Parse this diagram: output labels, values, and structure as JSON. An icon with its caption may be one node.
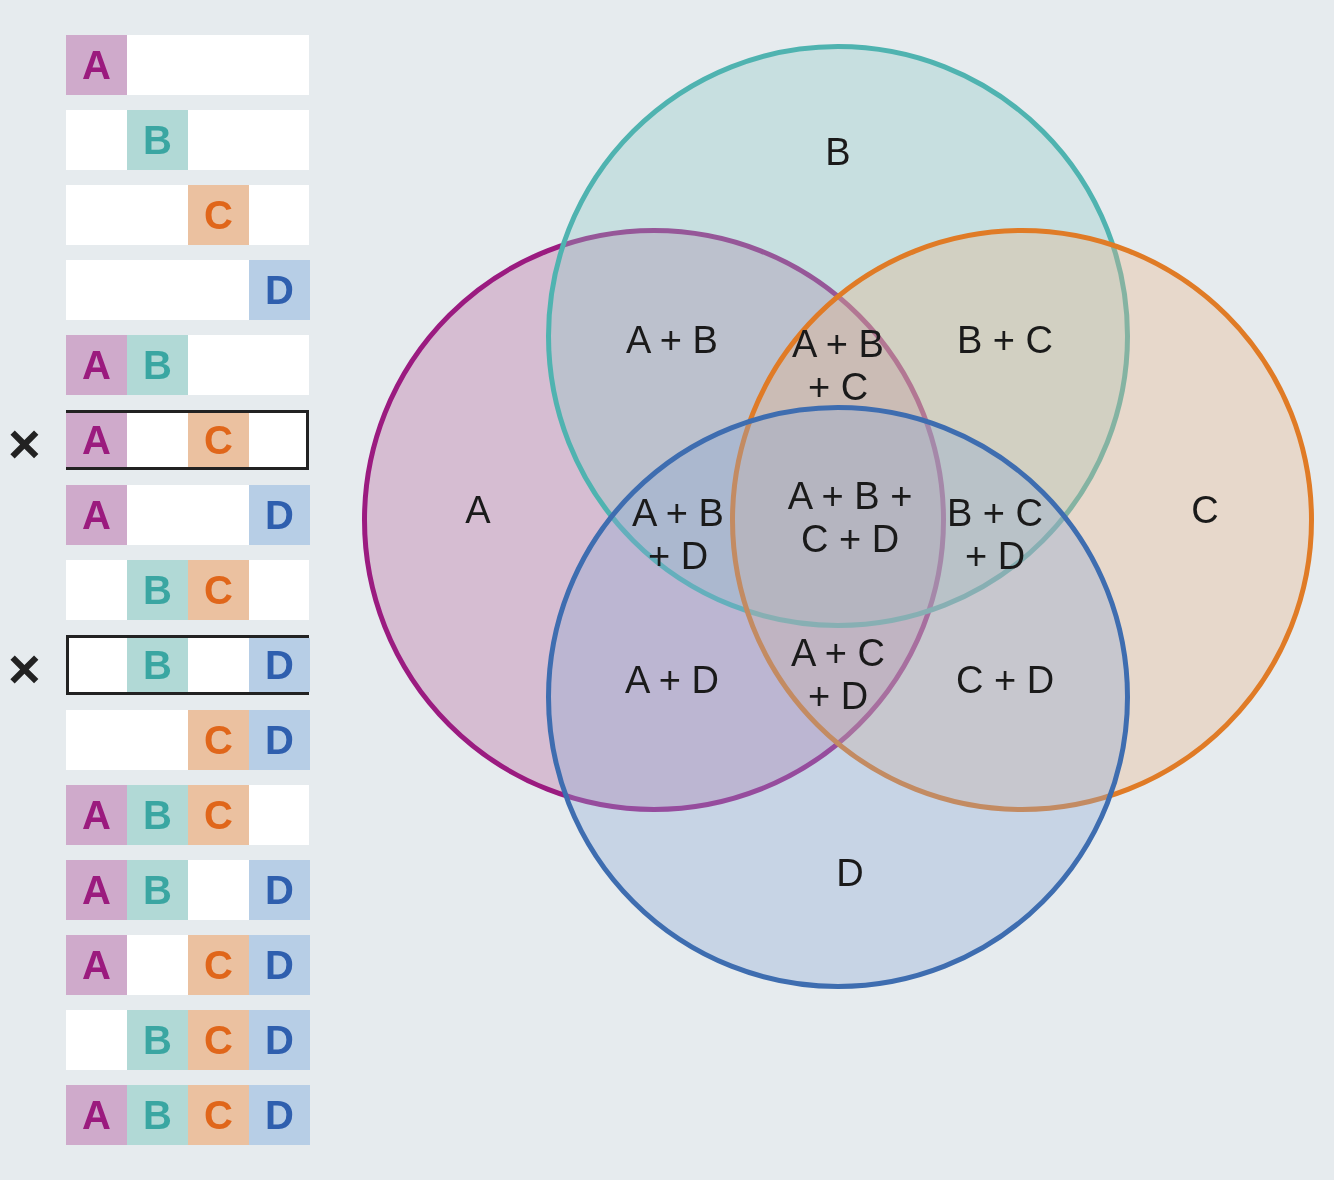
{
  "diagram": {
    "nodes": [
      {
        "text": [],
        "shape": "bar"
      },
      {
        "text": [
          "A"
        ],
        "in": 0
      },
      {
        "text": [],
        "shape": "bar"
      },
      {
        "text": [
          "B"
        ],
        "in": 2
      },
      {
        "text": [],
        "shape": "bar"
      },
      {
        "text": [
          "C"
        ],
        "in": 4
      },
      {
        "text": [],
        "shape": "bar"
      },
      {
        "text": [
          "D"
        ],
        "in": 6
      },
      {
        "text": [],
        "shape": "bar"
      },
      {
        "text": [
          "A"
        ],
        "in": 8
      },
      {
        "text": [
          "B"
        ],
        "in": 8
      },
      {
        "text": [],
        "shape": "bar",
        "beside": [
          "×"
        ]
      },
      {
        "text": [
          "A"
        ],
        "in": 11
      },
      {
        "text": [
          "C"
        ],
        "in": 11
      },
      {
        "text": [],
        "shape": "bar"
      },
      {
        "text": [
          "A"
        ],
        "in": 14
      },
      {
        "text": [
          "D"
        ],
        "in": 14
      },
      {
        "text": [],
        "shape": "bar"
      },
      {
        "text": [
          "B"
        ],
        "in": 17
      },
      {
        "text": [
          "C"
        ],
        "in": 17
      },
      {
        "text": [],
        "shape": "bar",
        "beside": [
          "×"
        ]
      },
      {
        "text": [
          "B"
        ],
        "in": 20
      },
      {
        "text": [
          "D"
        ],
        "in": 20
      },
      {
        "text": [],
        "shape": "bar"
      },
      {
        "text": [
          "C"
        ],
        "in": 23
      },
      {
        "text": [
          "D"
        ],
        "in": 23
      },
      {
        "text": [],
        "shape": "bar"
      },
      {
        "text": [
          "A"
        ],
        "in": 26
      },
      {
        "text": [
          "B"
        ],
        "in": 26
      },
      {
        "text": [
          "C"
        ],
        "in": 26
      },
      {
        "text": [],
        "shape": "bar"
      },
      {
        "text": [
          "A"
        ],
        "in": 30
      },
      {
        "text": [
          "B"
        ],
        "in": 30
      },
      {
        "text": [
          "D"
        ],
        "in": 30
      },
      {
        "text": [],
        "shape": "bar"
      },
      {
        "text": [
          "A"
        ],
        "in": 34
      },
      {
        "text": [
          "C"
        ],
        "in": 34
      },
      {
        "text": [
          "D"
        ],
        "in": 34
      },
      {
        "text": [],
        "shape": "bar"
      },
      {
        "text": [
          "B"
        ],
        "in": 38
      },
      {
        "text": [
          "C"
        ],
        "in": 38
      },
      {
        "text": [
          "D"
        ],
        "in": 38
      },
      {
        "text": [],
        "shape": "bar"
      },
      {
        "text": [
          "A"
        ],
        "in": 42
      },
      {
        "text": [
          "B"
        ],
        "in": 42
      },
      {
        "text": [
          "C"
        ],
        "in": 42
      },
      {
        "text": [
          "D"
        ],
        "in": 42
      },
      {
        "text": [
          "A"
        ]
      },
      {
        "text": [
          "B"
        ]
      },
      {
        "text": [
          "C"
        ]
      },
      {
        "text": [
          "D"
        ]
      }
    ],
    "edges": [],
    "labels": [
      "A + B",
      "A + B + C",
      "B + C",
      "A + B + D",
      "A + B + C + D",
      "B + C + D",
      "A + D",
      "A + C + D",
      "C + D"
    ]
  }
}
